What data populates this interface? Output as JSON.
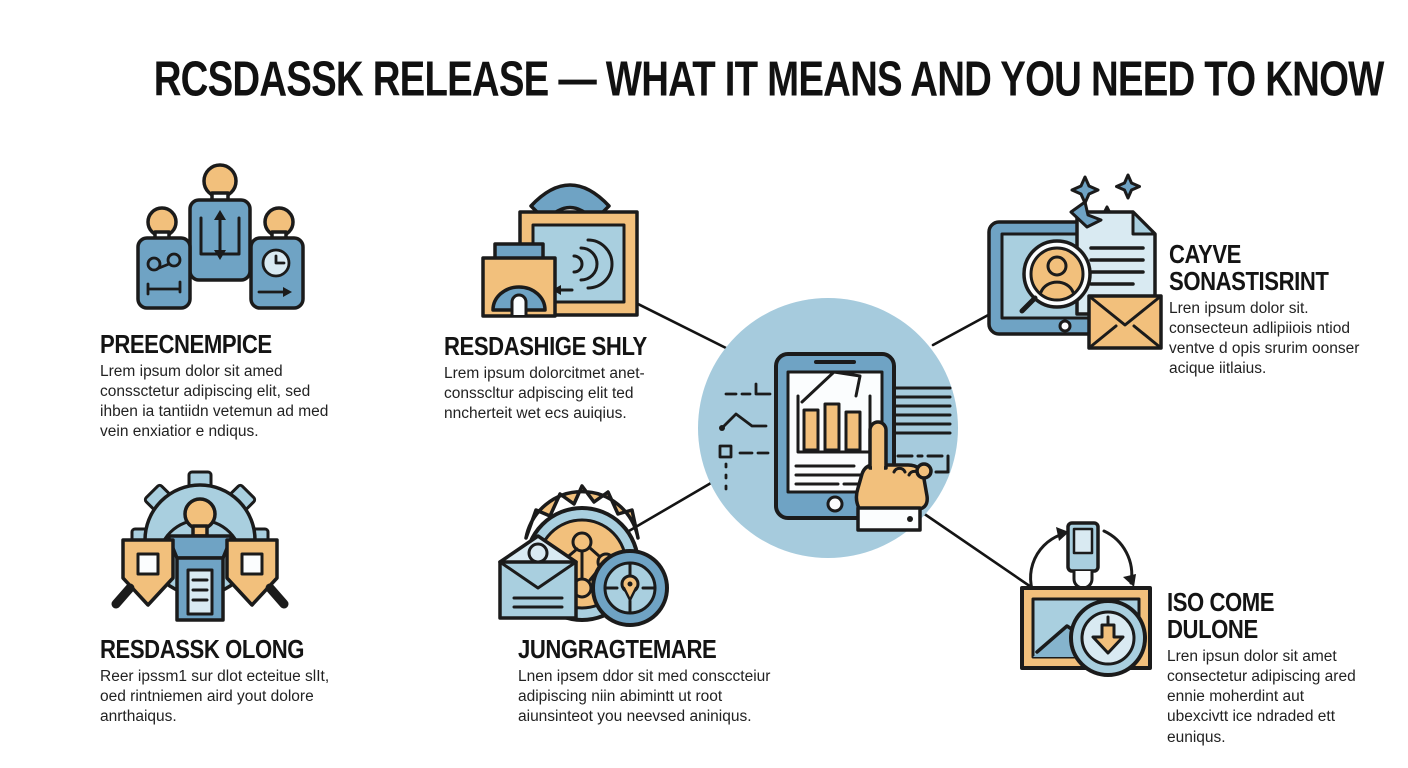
{
  "title": "RCSDASSK RELEASE — WHAT IT MEANS AND YOU NEED TO KNOW",
  "colors": {
    "background": "#FFFFFF",
    "outline": "#1B1B1B",
    "blue": "#6FA3C4",
    "light_blue": "#A9CFDF",
    "pale_blue": "#D9EAF2",
    "tan": "#F2C07C",
    "center_circle": "#A6CBDD"
  },
  "sections": [
    {
      "id": "top-left",
      "icon": "team-sync-icon",
      "heading": "PREECNEMPICE",
      "body": "Lrem ipsum dolor sit amed conssctetur adipiscing elit, sed ihben ia tantiidn vetemun ad med vein enxiatior e ndiqus."
    },
    {
      "id": "top-middle",
      "icon": "broadcast-screen-icon",
      "heading": "RESDASHIGE SHLY",
      "body": "Lrem ipsum dolorcitmet anet- consscltur adpiscing elit ted nncherteit wet ecs auiqius."
    },
    {
      "id": "top-right",
      "icon": "monitor-profile-mail-icon",
      "heading": "CAYVE SONASTISRINT",
      "body": "Lren ipsum dolor sit. consecteun adlipiiois ntiod ventve d opis srurim oonser acique iitlaius."
    },
    {
      "id": "bottom-left",
      "icon": "gear-inspection-icon",
      "heading": "RESDASSK OLONG",
      "body": "Reer ipssm1 sur dlot ecteitue slIt, oed rintniemen aird yout dolore anrthaiqus."
    },
    {
      "id": "bottom-middle",
      "icon": "stopwatch-network-icon",
      "heading": "JUNGRAGTEMARE",
      "body": "Lnen ipsem ddor sit med consccteiur adipiscing niin abimintt ut root aiunsinteot you neevsed aniniqus."
    },
    {
      "id": "bottom-right",
      "icon": "image-refresh-icon",
      "heading": "ISO COME DULONE",
      "body": "Lren ipsun dolor sit amet consectetur adipiscing ared ennie moherdint aut ubexcivtt ice ndraded ett euniqus."
    }
  ],
  "center": {
    "illustration": "tablet-analytics-illustration"
  }
}
